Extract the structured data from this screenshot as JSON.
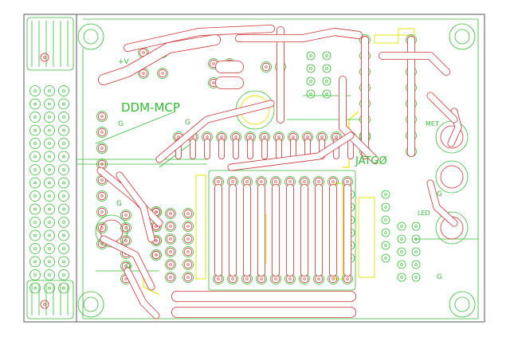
{
  "board": {
    "labels": {
      "title": "DDM-MCP",
      "power": "+V",
      "ground_left_1": "G",
      "ground_left_2": "G",
      "ground_left_3": "G",
      "ground_left_4": "G",
      "ground_right_1": "G",
      "ground_right_2": "G",
      "meter": "MET",
      "led": "LED",
      "designator": "JATGØ"
    },
    "colors": {
      "background": "#ffffff",
      "outline": "#555555",
      "bottom_copper": "#cc3333",
      "top_copper": "#33bb33",
      "silkscreen": "#e6e600"
    }
  }
}
